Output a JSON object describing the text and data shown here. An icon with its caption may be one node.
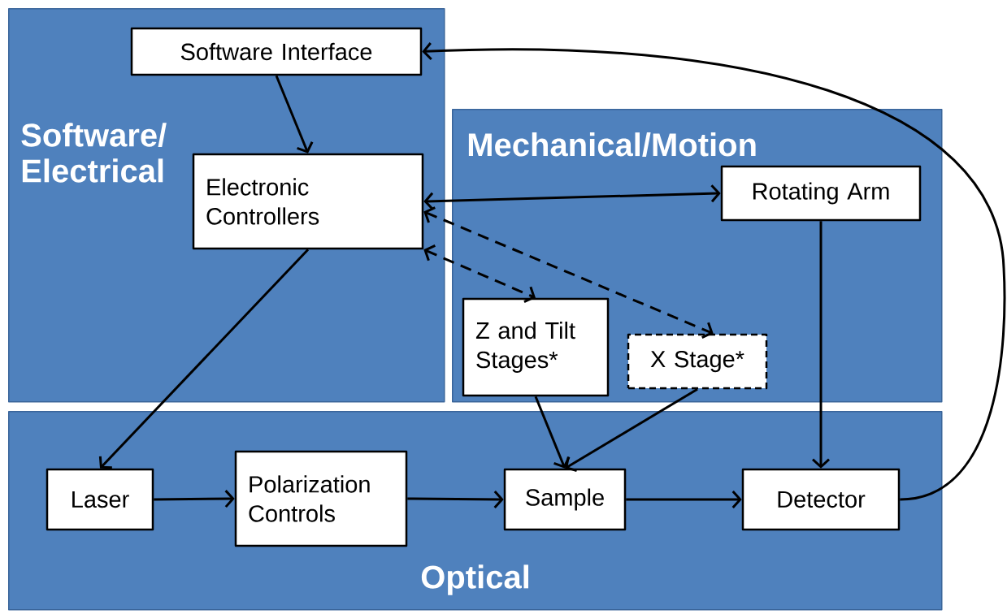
{
  "diagram": {
    "nodes": [
      {
        "text": [
          "Software/ Electrical"
        ]
      },
      {
        "text": [
          "Software Interface"
        ],
        "in": 0
      },
      {
        "text": [
          "Electronic Controllers"
        ],
        "in": 0
      },
      {
        "text": [
          "Mechanical/Motion"
        ]
      },
      {
        "text": [
          "Rotating Arm"
        ],
        "in": 3
      },
      {
        "text": [
          "Z and Tilt Stages*"
        ],
        "in": 3
      },
      {
        "text": [
          "X Stage*"
        ],
        "in": 3
      },
      {
        "text": [
          "Optical"
        ]
      },
      {
        "text": [
          "Laser"
        ],
        "in": 7
      },
      {
        "text": [
          "Polarization Controls"
        ],
        "in": 7
      },
      {
        "text": [
          "Sample"
        ],
        "in": 7
      },
      {
        "text": [
          "Detector"
        ],
        "in": 7
      }
    ],
    "edges": [
      {
        "from": 1,
        "to": 2,
        "arrow": "to"
      },
      {
        "from": 2,
        "to": 4,
        "arrow": "both"
      },
      {
        "from": 2,
        "to": 5,
        "arrow": "both",
        "style": "dashed"
      },
      {
        "from": 2,
        "to": 6,
        "arrow": "both",
        "style": "dashed"
      },
      {
        "from": 2,
        "to": 8,
        "arrow": "to"
      },
      {
        "from": 4,
        "to": 11,
        "arrow": "to"
      },
      {
        "from": 5,
        "to": 10,
        "arrow": "to"
      },
      {
        "from": 6,
        "to": 10,
        "arrow": "to"
      },
      {
        "from": 8,
        "to": 9,
        "arrow": "to"
      },
      {
        "from": 9,
        "to": 10,
        "arrow": "to"
      },
      {
        "from": 10,
        "to": 11,
        "arrow": "to"
      },
      {
        "from": 11,
        "to": 1,
        "arrow": "to"
      }
    ]
  }
}
